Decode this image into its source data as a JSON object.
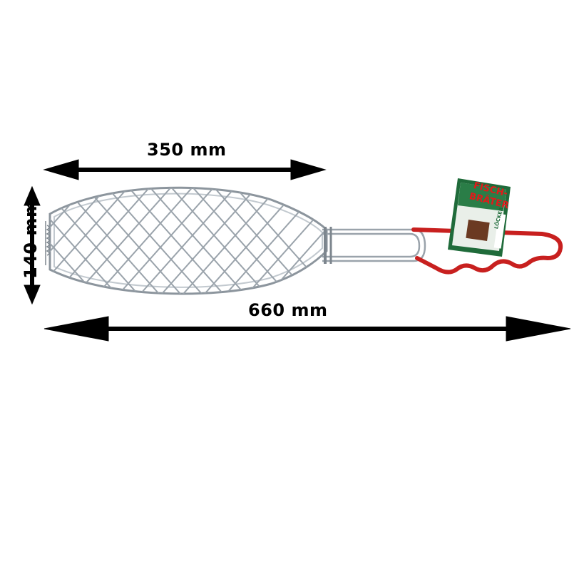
{
  "dimensions": {
    "basket_width": "350 mm",
    "total_length": "660 mm",
    "height": "140 mm"
  },
  "product_tag": {
    "line1": "FISCH-",
    "line2": "BRÄTER",
    "brand": "LÖCKER"
  },
  "colors": {
    "wire": "#a9b2ba",
    "handle": "#c8201f",
    "tag_green": "#1f6b3a",
    "tag_text": "#e11a1a",
    "arrow": "#000000"
  }
}
